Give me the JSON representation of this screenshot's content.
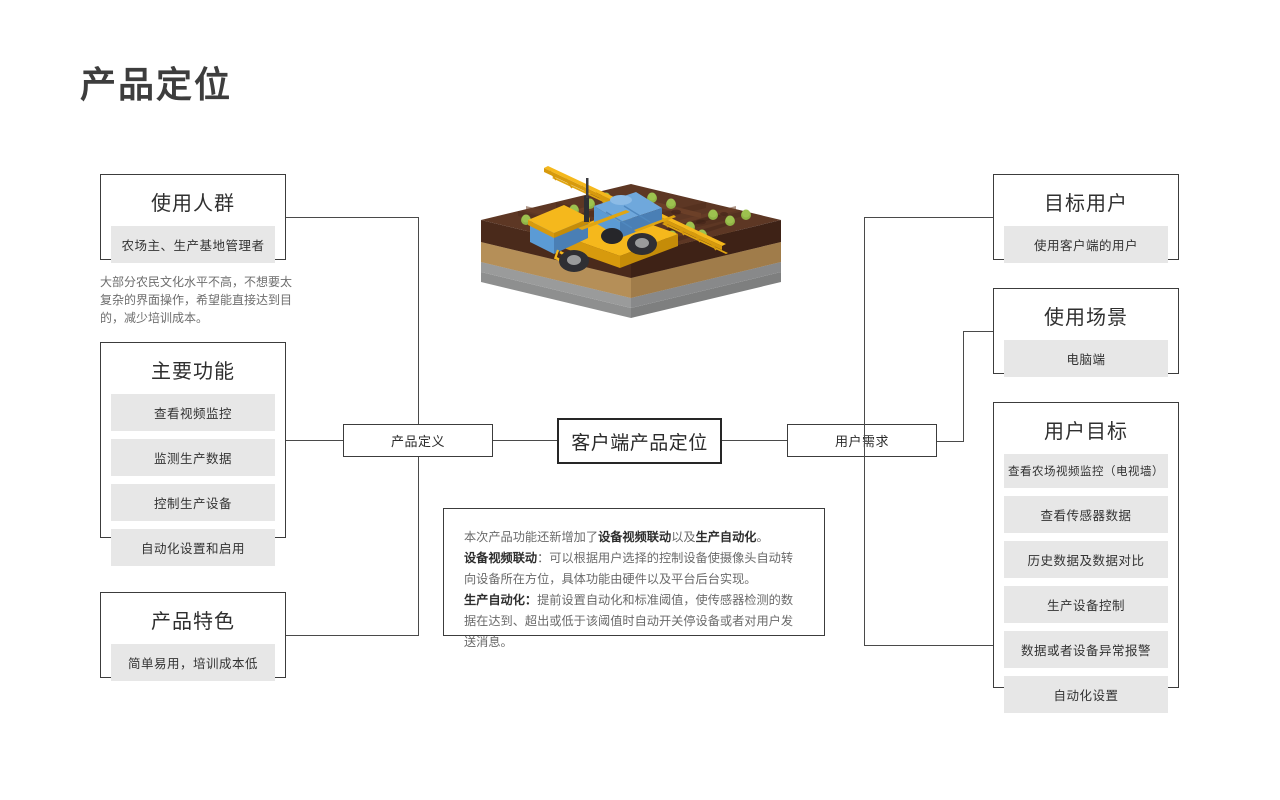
{
  "header": {
    "title": "产品定位"
  },
  "left": {
    "group1": {
      "title": "使用人群",
      "items": [
        "农场主、生产基地管理者"
      ],
      "note": "大部分农民文化水平不高，不想要太复杂的界面操作，希望能直接达到目的，减少培训成本。"
    },
    "group2": {
      "title": "主要功能",
      "items": [
        "查看视频监控",
        "监测生产数据",
        "控制生产设备",
        "自动化设置和启用"
      ]
    },
    "group3": {
      "title": "产品特色",
      "items": [
        "简单易用，培训成本低"
      ]
    }
  },
  "center": {
    "left_node": "产品定义",
    "core_node": "客户端产品定位",
    "right_node": "用户需求",
    "description": {
      "line1_pre": "本次产品功能还新增加了",
      "line1_b1": "设备视频联动",
      "line1_mid": "以及",
      "line1_b2": "生产自动化",
      "line1_end": "。",
      "line2_b": "设备视频联动",
      "line2_text": "：可以根据用户选择的控制设备使摄像头自动转向设备所在方位，具体功能由硬件以及平台后台实现。",
      "line3_b": "生产自动化：",
      "line3_text": "提前设置自动化和标准阈值，使传感器检测的数据在达到、超出或低于该阈值时自动开关停设备或者对用户发送消息。"
    }
  },
  "right": {
    "group1": {
      "title": "目标用户",
      "items": [
        "使用客户端的用户"
      ]
    },
    "group2": {
      "title": "使用场景",
      "items": [
        "电脑端"
      ]
    },
    "group3": {
      "title": "用户目标",
      "items": [
        "查看农场视频监控（电视墙）",
        "查看传感器数据",
        "历史数据及数据对比",
        "生产设备控制",
        "数据或者设备异常报警",
        "自动化设置"
      ]
    }
  },
  "illustration": {
    "name": "isometric-farm-sprayer",
    "colors": {
      "soil_top": "#5d3724",
      "soil_top_light": "#6e4129",
      "soil_side": "#4a2a1b",
      "sand": "#c9a36a",
      "sand_side": "#b08d58",
      "base_gray": "#a9aaaa",
      "base_gray_side": "#8e8f8f",
      "crop_green": "#8fb445",
      "vehicle_yellow": "#f5b81c",
      "vehicle_yellow_dark": "#d79a0d",
      "vehicle_blue": "#5b9bd5",
      "vehicle_blue_dark": "#4a7fb5",
      "wheel_dark": "#2f2f33"
    }
  }
}
